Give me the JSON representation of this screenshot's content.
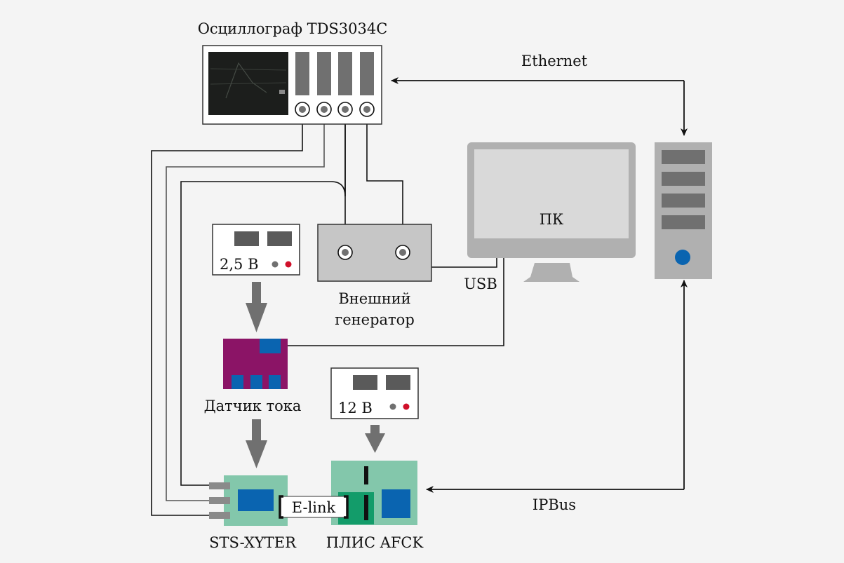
{
  "diagram": {
    "oscilloscope": {
      "label": "Осциллограф TDS3034C",
      "channels": 4
    },
    "ethernet_link": {
      "label": "Ethernet"
    },
    "pc": {
      "label": "ПК"
    },
    "usb_link": {
      "label": "USB"
    },
    "psu_low": {
      "label": "2,5 В"
    },
    "psu_high": {
      "label": "12 В"
    },
    "generator": {
      "label_line1": "Внешний",
      "label_line2": "генератор"
    },
    "current_sensor": {
      "label": "Датчик тока"
    },
    "sts_xyter": {
      "label": "STS-XYTER"
    },
    "elink": {
      "label": "E-link"
    },
    "fpga": {
      "label": "ПЛИС AFCK"
    },
    "ipbus_link": {
      "label": "IPBus"
    },
    "colors": {
      "background": "#f4f4f4",
      "device_gray": "#b0b0b0",
      "screen_gray": "#d8d8d8",
      "dark_block": "#5a5a5a",
      "button_gray": "#707070",
      "sensor_purple": "#8b1466",
      "chip_blue": "#0a64b0",
      "board_green": "#83c7ab",
      "fpga_green": "#139c6a",
      "indicator_red": "#d0102a",
      "wire": "#111111"
    }
  }
}
